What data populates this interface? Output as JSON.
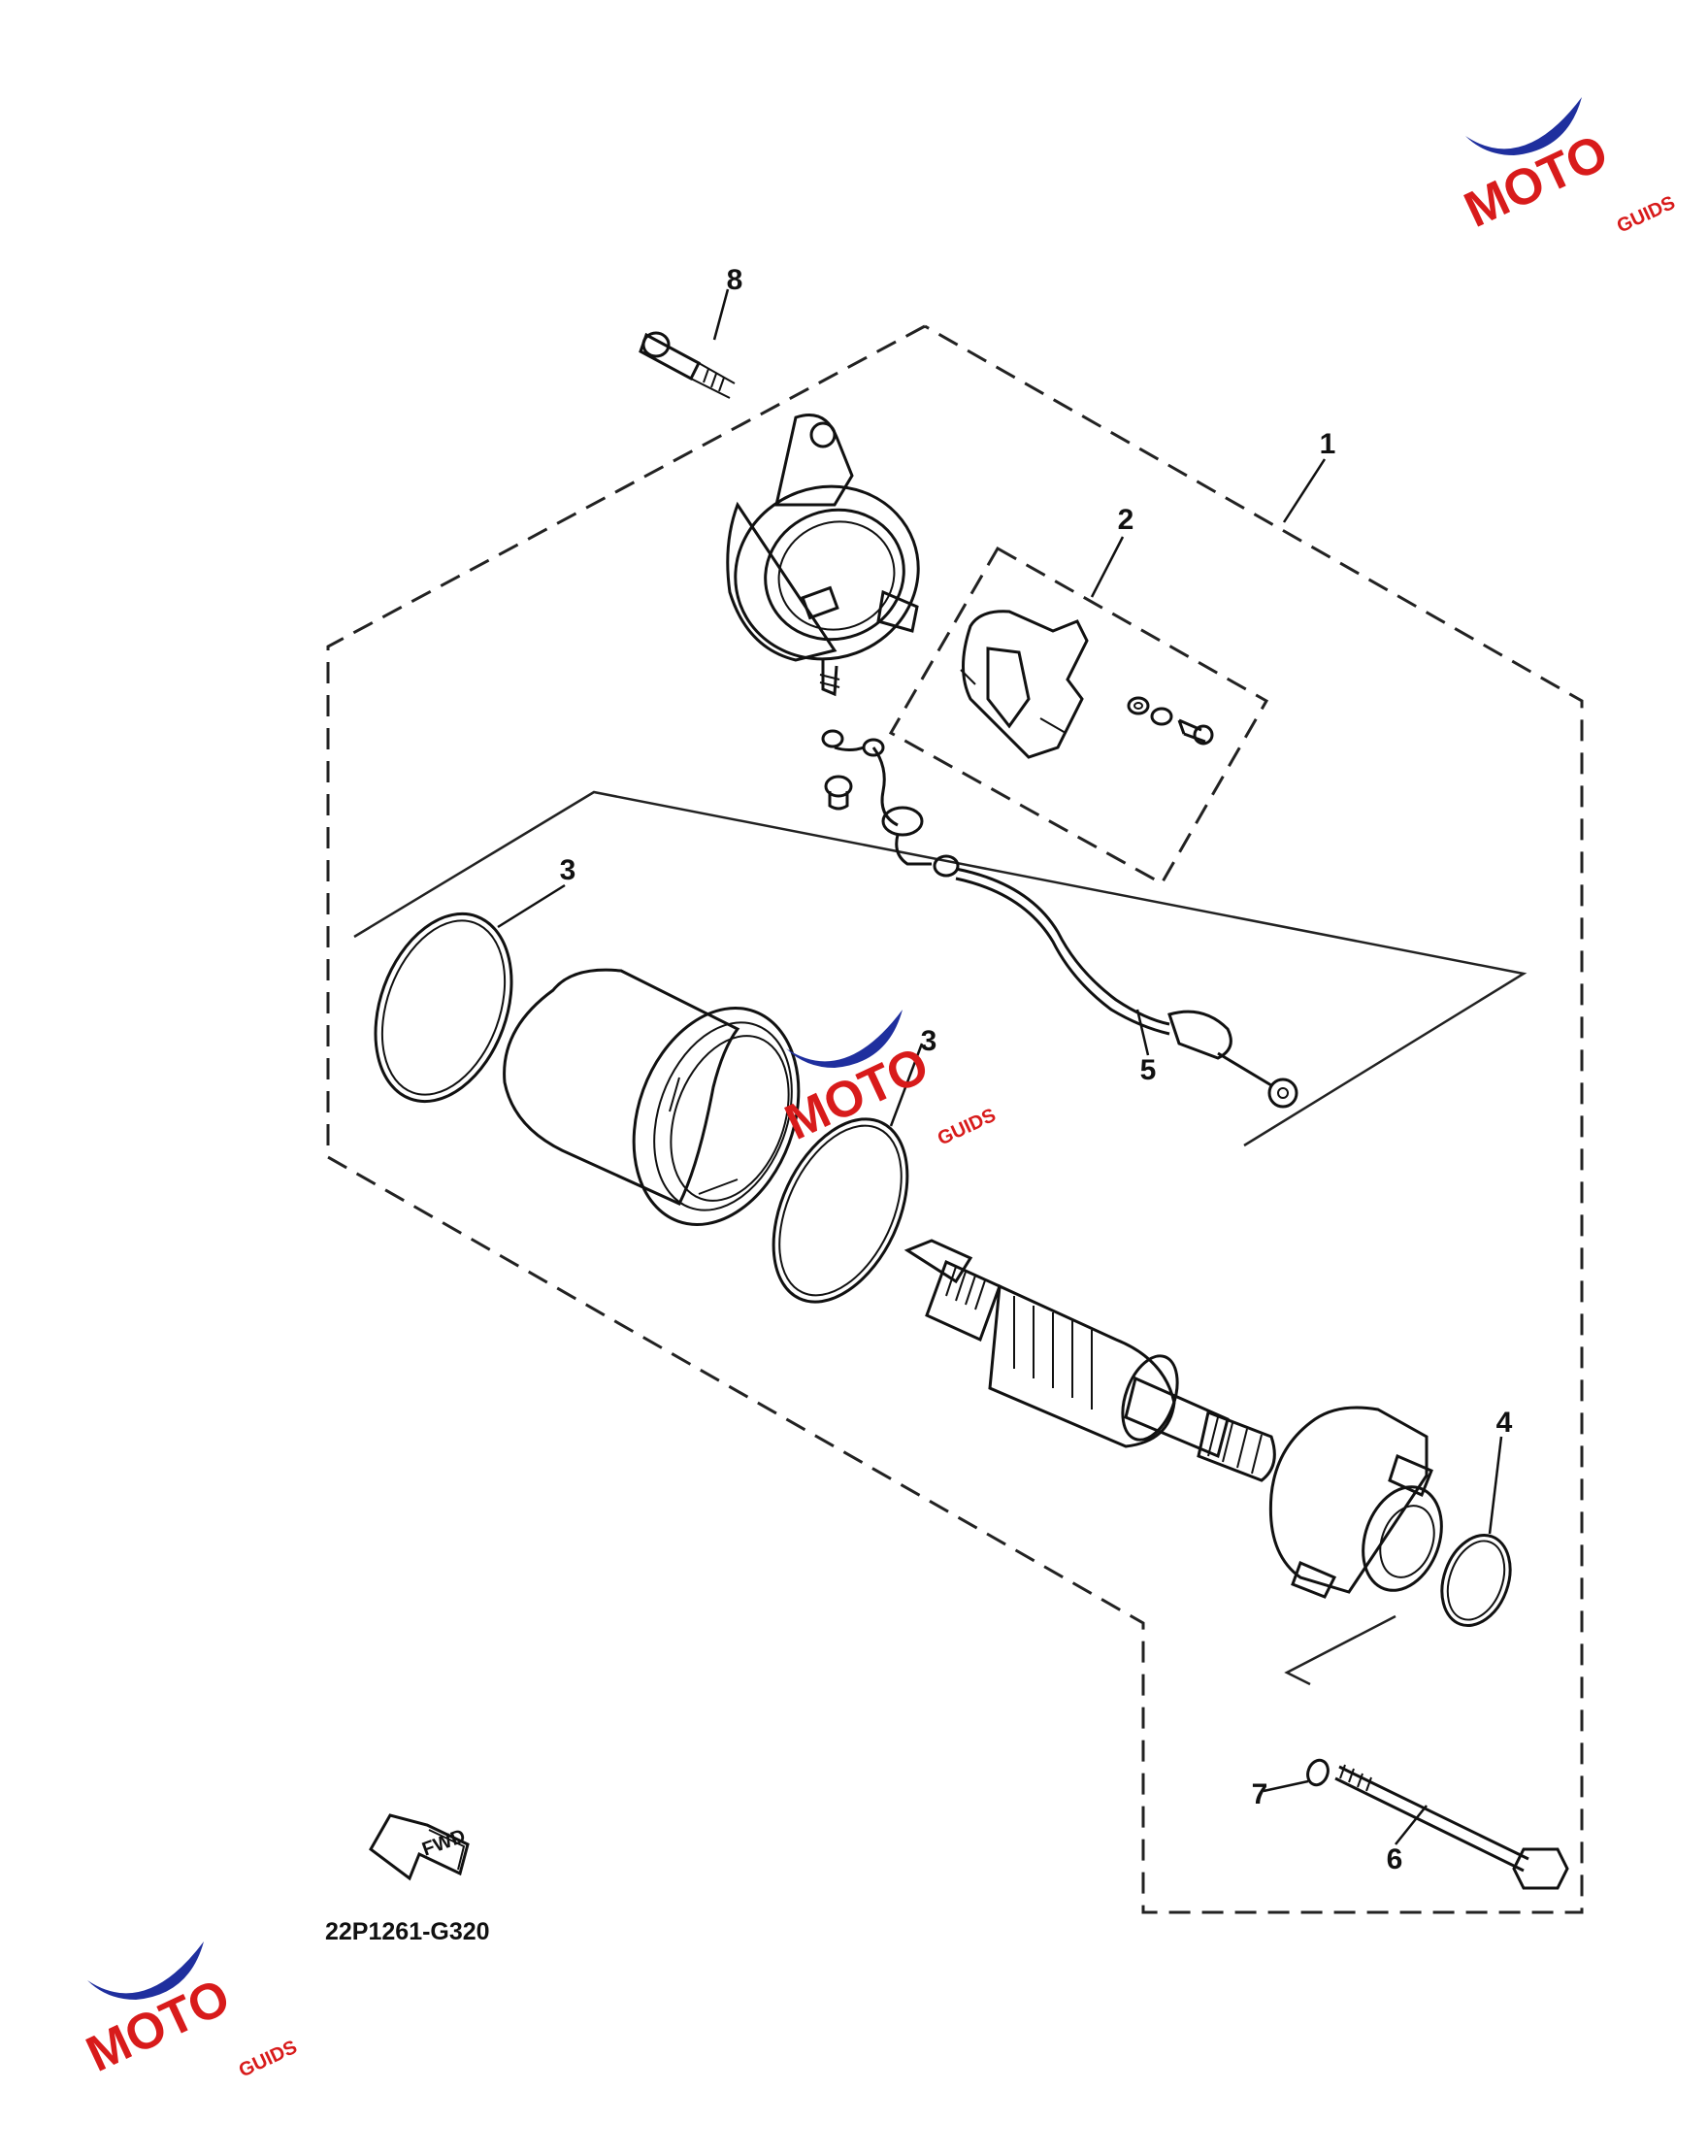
{
  "diagram": {
    "part_number_code": "22P1261-G320",
    "fwd_label": "FWD",
    "callouts": [
      "1",
      "2",
      "3",
      "3",
      "4",
      "5",
      "6",
      "7",
      "8"
    ]
  },
  "watermark": {
    "brand_main": "MOTO",
    "brand_sub": "GUIDS",
    "colors": {
      "swoosh": "#1f2f9e",
      "red": "#d81b1b",
      "black": "#111111"
    }
  }
}
